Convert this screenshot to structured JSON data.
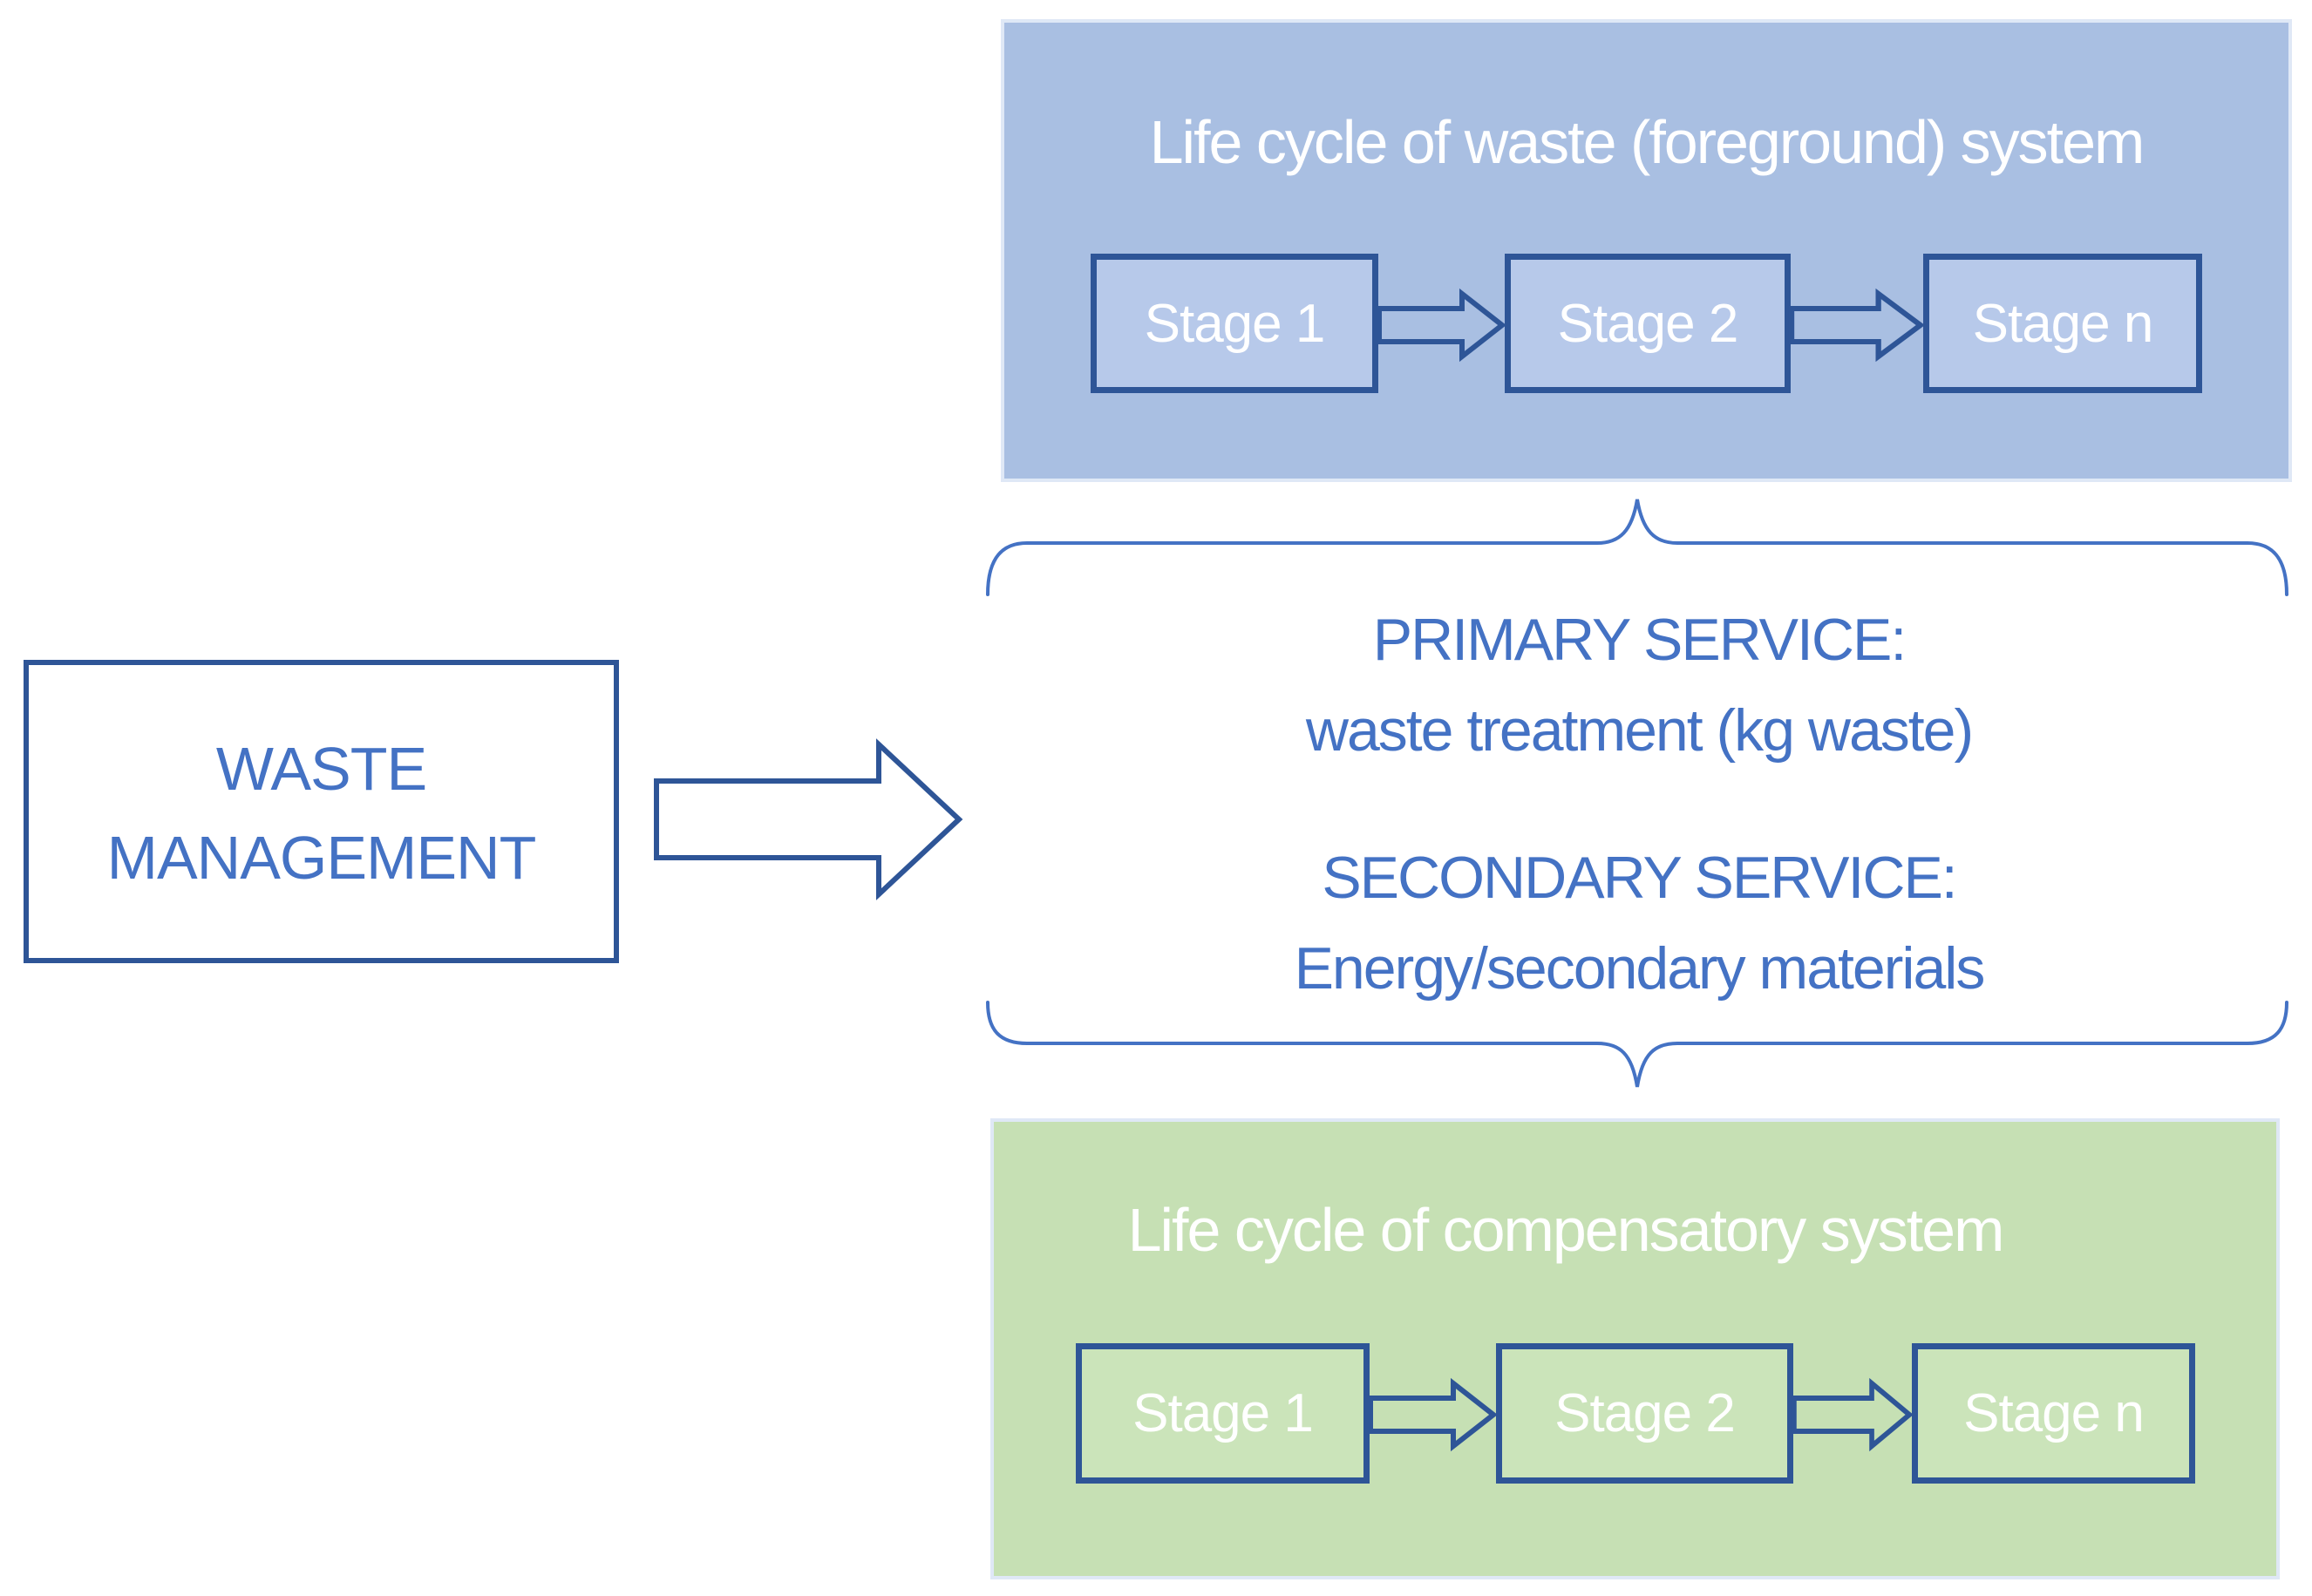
{
  "colors": {
    "panel_blue": "#a9bfe2",
    "stage_blue_fill": "#b7c9ea",
    "panel_green": "#c6e0b4",
    "stage_green_fill": "#cbe4ba",
    "outline_dark_blue": "#2e5597",
    "accent_blue": "#4472c4",
    "title_text": "#ffffff"
  },
  "foreground_system": {
    "title": "Life cycle of waste (foreground) system",
    "stages": [
      "Stage 1",
      "Stage 2",
      "Stage n"
    ]
  },
  "compensatory_system": {
    "title": "Life cycle of compensatory system",
    "stages": [
      "Stage 1",
      "Stage 2",
      "Stage n"
    ]
  },
  "services": {
    "primary_label": "PRIMARY SERVICE:",
    "primary_description": "waste treatment (kg waste)",
    "secondary_label": "SECONDARY SERVICE:",
    "secondary_description": "Energy/secondary materials"
  },
  "source_box": {
    "line1": "WASTE",
    "line2": "MANAGEMENT"
  }
}
